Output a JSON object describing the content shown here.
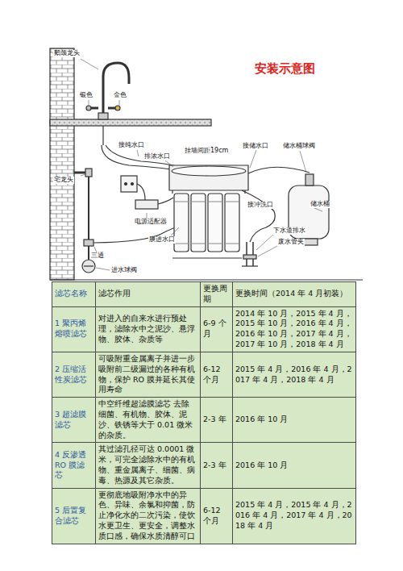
{
  "diagram": {
    "title": "安装示意图",
    "labels": [
      "鹅颈龙头",
      "银色",
      "金色",
      "接纯水口",
      "排浓水口",
      "挂墙间距19cm",
      "接储水口",
      "储水桶球阀",
      "宅龙头",
      "电源适配器",
      "膜进水口",
      "接冲洗口",
      "储水桶",
      "下水道排水",
      "废水管夹",
      "三通",
      "进水球阀",
      "滤芯名称",
      "滤芯作用",
      "更换周期",
      "更换时间（2014 年 4 月初装）",
      "1 聚丙烯熔喷滤芯",
      "对进入的自来水进行预处理，滤除水中之泥沙、悬浮物、胶体、杂质等",
      "6-9 个月",
      "2014 年 10 月，2015 年 4 月，2015 年 10 月，2016 年 4 月，2016 年 10 月，2017 年 4 月，2017 年 10 月，2018 年 4 月",
      "2 压缩活性炭滤芯",
      "可吸附重金属离子并进一步吸附前二级漏过的各种有机物，保护 RO 膜并延长其使用寿命",
      "6-12 个月",
      "2015 年 4 月，2016 年 4 月，2017 年 4 月，2018 年 4 月",
      "3 超滤膜滤芯",
      "中空纤维超滤膜滤芯 去除细菌、有机物、胶体、泥沙、铁锈等大于 0.01 微米的杂质。",
      "2-3 年",
      "2016 年 10 月",
      "4 反渗透 RO 膜滤芯",
      "其过滤孔径可达 0.0001 微米，可完全滤除水中的有机物、重金属离子、细菌、病毒、热源及其它杂质。",
      "2-3 年",
      "2016 年 10 月",
      "5 后置复合滤芯",
      "更彻底地吸附净水中的异色、异味、余氯和抑菌，防止净化水的二次污染，使饮水更卫生、更安全，调整水质口感，确保水质清醇可口",
      "6-12 个月",
      "2015 年 4 月，2015 年 4 月，2016 年 4 月，2017 年 4 月，2018 年 4 月"
    ]
  }
}
